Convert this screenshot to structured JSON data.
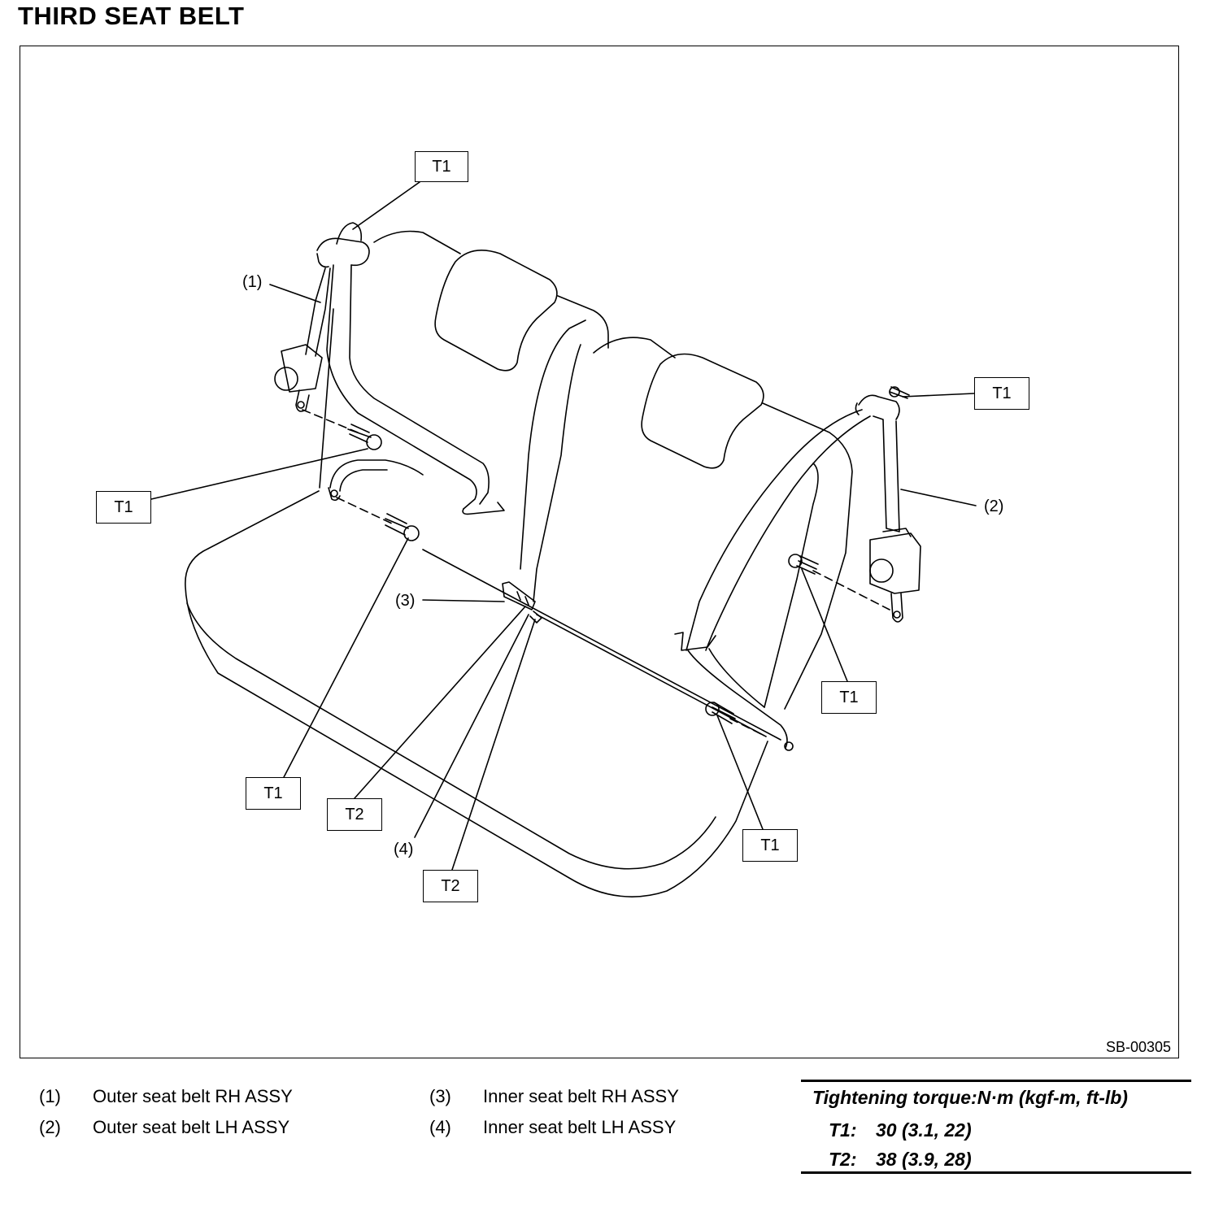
{
  "title": "THIRD SEAT BELT",
  "figure_code": "SB-00305",
  "callouts": {
    "t1_top_left": "T1",
    "t1_mid_left": "T1",
    "t1_top_right": "T1",
    "t1_right": "T1",
    "t1_bottom_left": "T1",
    "t1_bottom_right": "T1",
    "t2_left": "T2",
    "t2_bottom": "T2"
  },
  "part_markers": {
    "p1": "(1)",
    "p2": "(2)",
    "p3": "(3)",
    "p4": "(4)"
  },
  "legend": [
    {
      "num": "(1)",
      "desc": "Outer seat belt RH ASSY"
    },
    {
      "num": "(2)",
      "desc": "Outer seat belt LH ASSY"
    },
    {
      "num": "(3)",
      "desc": "Inner seat belt RH ASSY"
    },
    {
      "num": "(4)",
      "desc": "Inner seat belt LH ASSY"
    }
  ],
  "torque": {
    "title": "Tightening torque:N·m (kgf-m, ft-lb)",
    "rows": [
      {
        "key": "T1:",
        "value": "30 (3.1, 22)"
      },
      {
        "key": "T2:",
        "value": "38 (3.9, 28)"
      }
    ]
  }
}
